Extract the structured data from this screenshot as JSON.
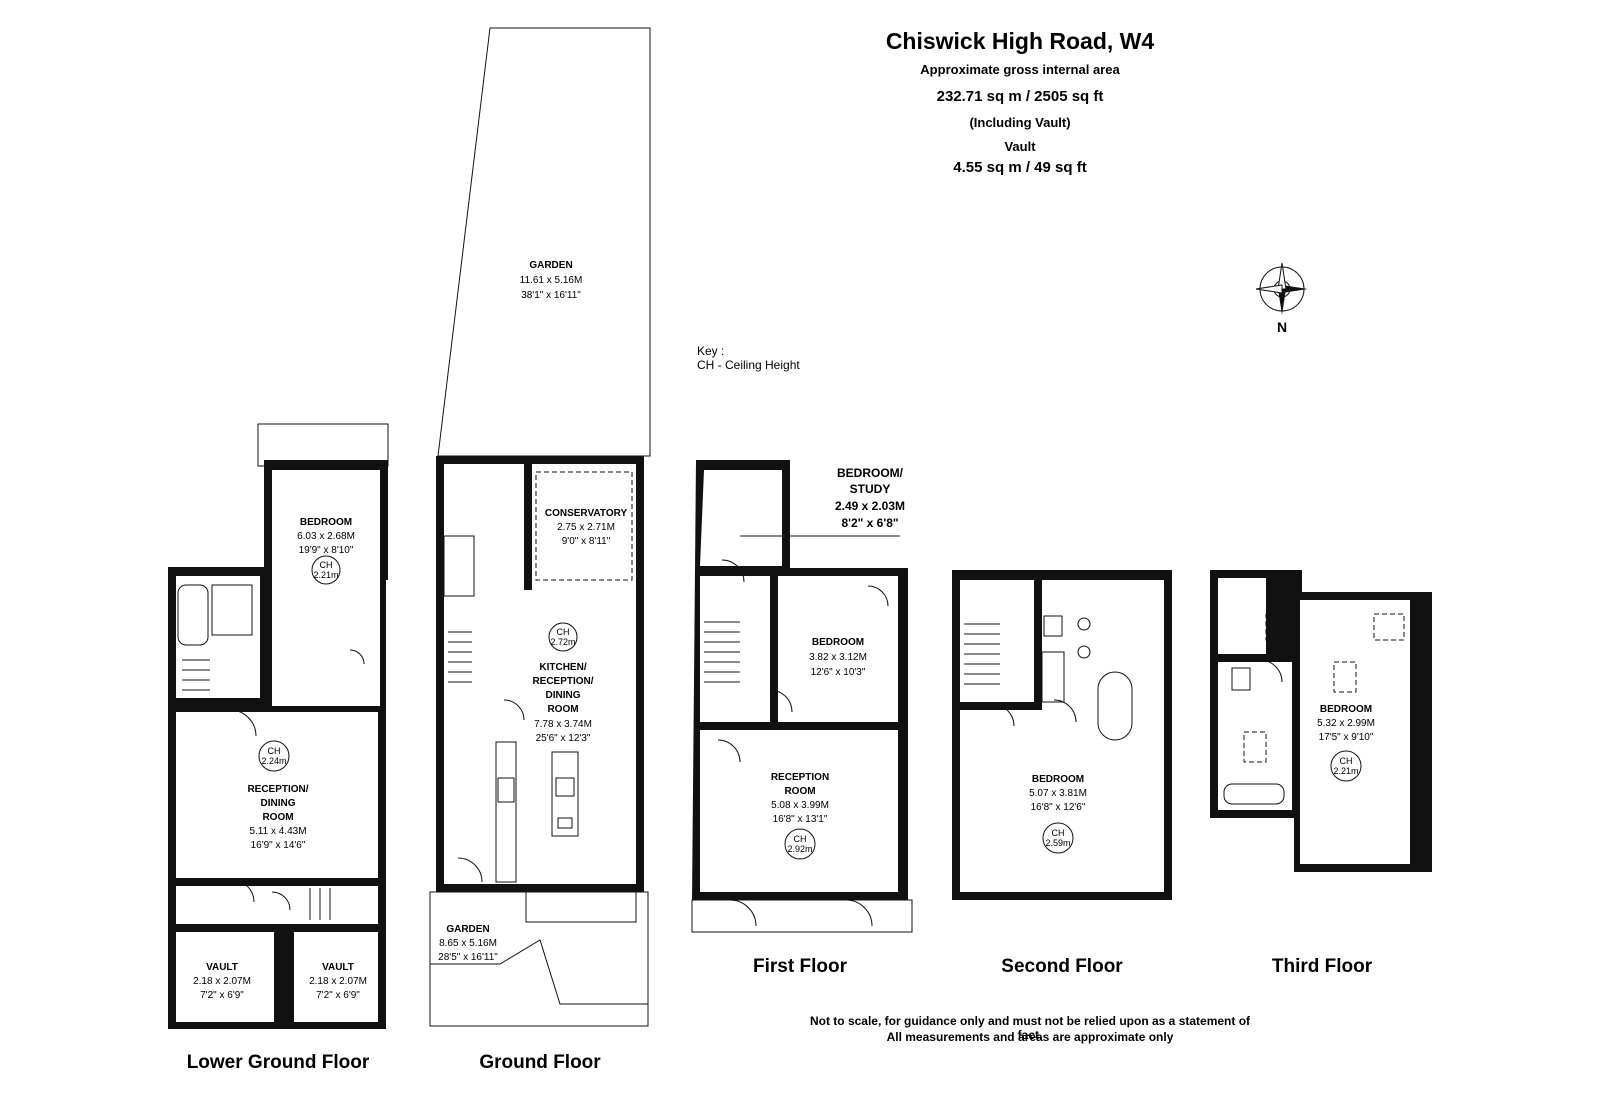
{
  "header": {
    "title": "Chiswick High Road, W4",
    "subtitle": "Approximate gross internal area",
    "area": "232.71 sq m /  2505 sq ft",
    "including": "(Including Vault)",
    "vault_label": "Vault",
    "vault_area": "4.55 sq m /  49 sq ft"
  },
  "key": {
    "title": "Key :",
    "ch": "CH - Ceiling Height"
  },
  "compass": {
    "label": "N",
    "icon": "compass-icon"
  },
  "footer": {
    "line1": "Not to scale, for guidance only and must not be relied upon as a statement of fact.",
    "line2": "All measurements and areas are approximate only"
  },
  "floors": {
    "lower_ground": "Lower Ground Floor",
    "ground": "Ground Floor",
    "first": "First Floor",
    "second": "Second Floor",
    "third": "Third Floor"
  },
  "rooms": {
    "lg_bedroom": {
      "name": "BEDROOM",
      "metric": "6.03 x 2.68M",
      "imperial": "19'9\" x 8'10\"",
      "ch": "CH",
      "ch_val": "2.21m"
    },
    "lg_reception": {
      "name1": "RECEPTION/",
      "name2": "DINING",
      "name3": "ROOM",
      "metric": "5.11 x 4.43M",
      "imperial": "16'9\" x 14'6\"",
      "ch": "CH",
      "ch_val": "2.24m"
    },
    "vault1": {
      "name": "VAULT",
      "metric": "2.18 x 2.07M",
      "imperial": "7'2\" x 6'9\""
    },
    "vault2": {
      "name": "VAULT",
      "metric": "2.18 x 2.07M",
      "imperial": "7'2\" x 6'9\""
    },
    "garden_top": {
      "name": "GARDEN",
      "metric": "11.61 x 5.16M",
      "imperial": "38'1\" x 16'11\""
    },
    "conservatory": {
      "name": "CONSERVATORY",
      "metric": "2.75 x 2.71M",
      "imperial": "9'0\" x 8'11\""
    },
    "kitchen": {
      "name1": "KITCHEN/",
      "name2": "RECEPTION/",
      "name3": "DINING",
      "name4": "ROOM",
      "metric": "7.78 x 3.74M",
      "imperial": "25'6\" x 12'3\"",
      "ch": "CH",
      "ch_val": "2.72m"
    },
    "garden_front": {
      "name": "GARDEN",
      "metric": "8.65 x 5.16M",
      "imperial": "28'5\" x 16'11\""
    },
    "study": {
      "name1": "BEDROOM/",
      "name2": "STUDY",
      "metric": "2.49 x 2.03M",
      "imperial": "8'2\" x 6'8\""
    },
    "first_bedroom": {
      "name": "BEDROOM",
      "metric": "3.82 x 3.12M",
      "imperial": "12'6\" x 10'3\""
    },
    "first_reception": {
      "name1": "RECEPTION",
      "name2": "ROOM",
      "metric": "5.08 x 3.99M",
      "imperial": "16'8\" x 13'1\"",
      "ch": "CH",
      "ch_val": "2.92m"
    },
    "second_bedroom": {
      "name": "BEDROOM",
      "metric": "5.07 x 3.81M",
      "imperial": "16'8\" x 12'6\"",
      "ch": "CH",
      "ch_val": "2.59m"
    },
    "third_bedroom": {
      "name": "BEDROOM",
      "metric": "5.32 x 2.99M",
      "imperial": "17'5\" x 9'10\"",
      "ch": "CH",
      "ch_val": "2.21m"
    }
  }
}
